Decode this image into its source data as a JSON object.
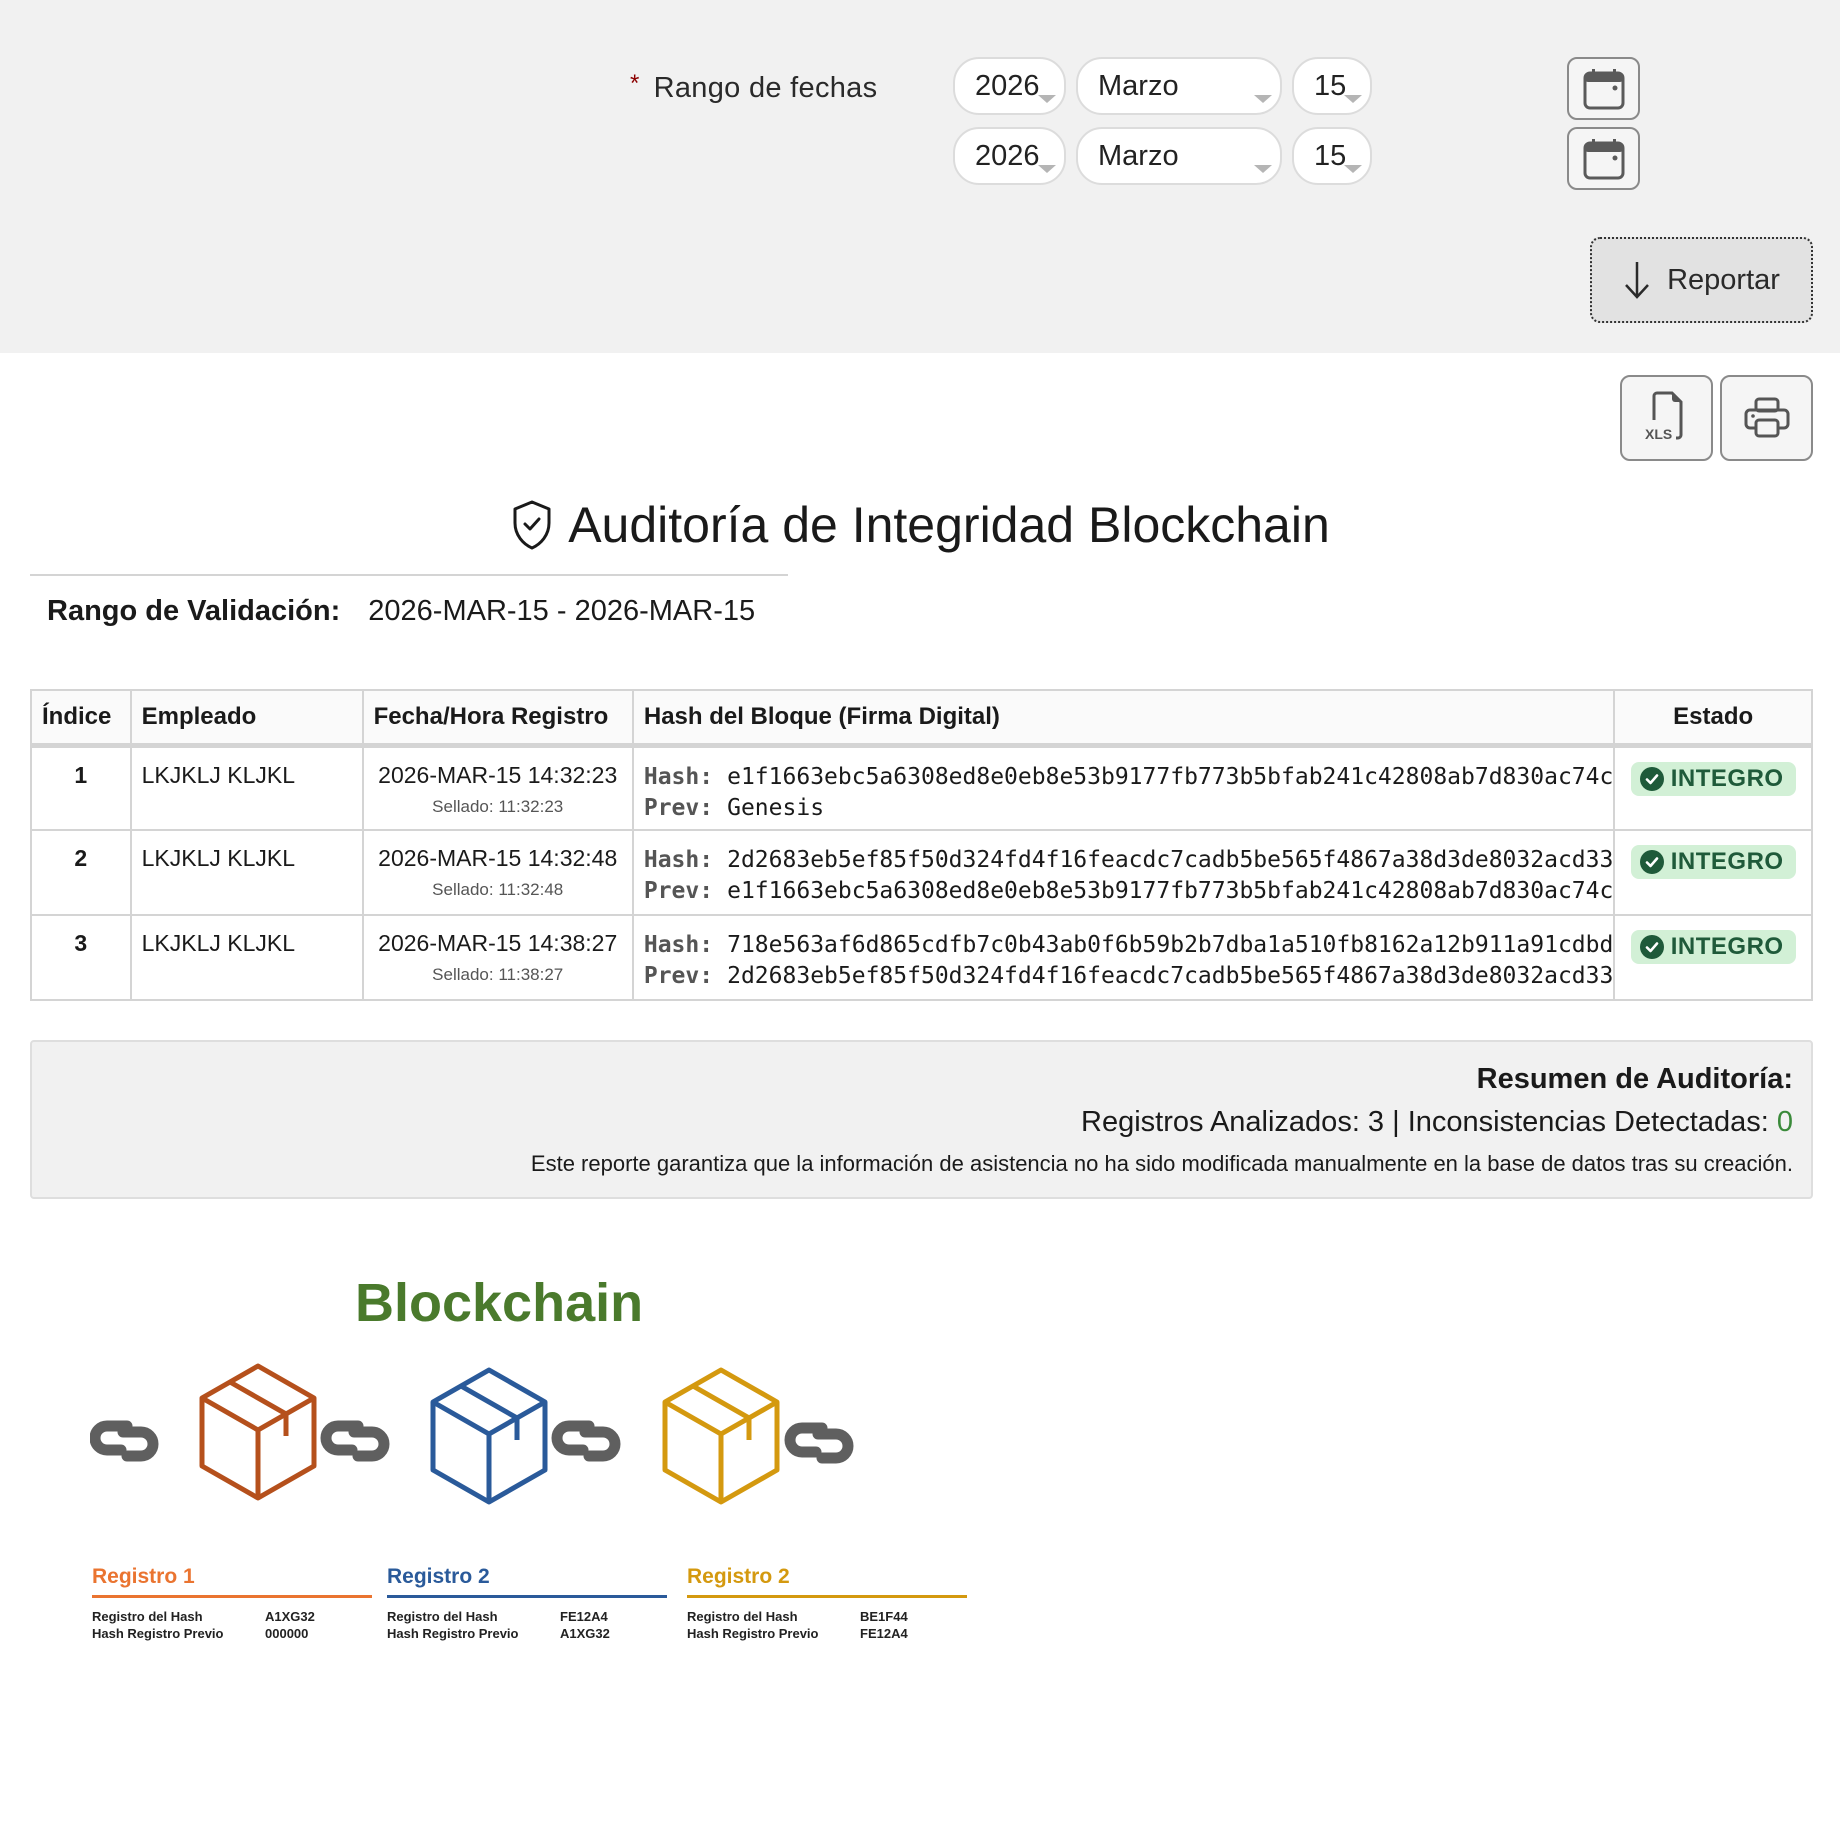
{
  "filters": {
    "required_marker": "*",
    "date_range_label": "Rango de fechas",
    "start": {
      "year": "2026",
      "month": "Marzo",
      "day": "15"
    },
    "end": {
      "year": "2026",
      "month": "Marzo",
      "day": "15"
    },
    "calendar_icon": "calendar-icon",
    "report_button": {
      "icon": "arrow-down-icon",
      "label": "Reportar"
    }
  },
  "toolbar": {
    "export_xls": {
      "icon": "xls-file-icon",
      "label": "XLS"
    },
    "print": {
      "icon": "printer-icon"
    }
  },
  "report": {
    "title_icon": "shield-check-icon",
    "title": "Auditoría de Integridad Blockchain",
    "range_label": "Rango de Validación:",
    "range_value": "2026-MAR-15 - 2026-MAR-15"
  },
  "table": {
    "headers": [
      "Índice",
      "Empleado",
      "Fecha/Hora Registro",
      "Hash del Bloque (Firma Digital)",
      "Estado"
    ],
    "hash_key": "Hash:",
    "prev_key": "Prev:",
    "rows": [
      {
        "index": "1",
        "employee": "LKJKLJ KLJKL",
        "datetime": "2026-MAR-15 14:32:23",
        "sealed": "Sellado: 11:32:23",
        "hash": "e1f1663ebc5a6308ed8e0eb8e53b9177fb773b5bfab241c42808ab7d830ac74c",
        "prev": "Genesis",
        "status": "INTEGRO"
      },
      {
        "index": "2",
        "employee": "LKJKLJ KLJKL",
        "datetime": "2026-MAR-15 14:32:48",
        "sealed": "Sellado: 11:32:48",
        "hash": "2d2683eb5ef85f50d324fd4f16feacdc7cadb5be565f4867a38d3de8032acd33",
        "prev": "e1f1663ebc5a6308ed8e0eb8e53b9177fb773b5bfab241c42808ab7d830ac74c",
        "status": "INTEGRO"
      },
      {
        "index": "3",
        "employee": "LKJKLJ KLJKL",
        "datetime": "2026-MAR-15 14:38:27",
        "sealed": "Sellado: 11:38:27",
        "hash": "718e563af6d865cdfb7c0b43ab0f6b59b2b7dba1a510fb8162a12b911a91cdbd",
        "prev": "2d2683eb5ef85f50d324fd4f16feacdc7cadb5be565f4867a38d3de8032acd33",
        "status": "INTEGRO"
      }
    ],
    "status_color": "#1f5a3a",
    "status_bg": "#d2f0d6"
  },
  "summary": {
    "title": "Resumen de Auditoría:",
    "analyzed_label": "Registros Analizados: 3 | Inconsistencias Detectadas: ",
    "inconsistencies": "0",
    "note": "Este reporte garantiza que la información de asistencia no ha sido modificada manualmente en la base de datos tras su creación."
  },
  "illustration": {
    "title": "Blockchain",
    "colors": {
      "title": "#4a7a2c",
      "block1": "#b5501c",
      "block2": "#2a5a9a",
      "block3": "#d4990f",
      "chain": "#5f5f5f"
    },
    "legend": [
      {
        "title": "Registro 1",
        "color": "#ea7430",
        "hash_label": "Registro del Hash",
        "hash": "A1XG32",
        "prev_label": "Hash Registro Previo",
        "prev": "000000"
      },
      {
        "title": "Registro 2",
        "color": "#2a5a9a",
        "hash_label": "Registro del Hash",
        "hash": "FE12A4",
        "prev_label": "Hash Registro Previo",
        "prev": "A1XG32"
      },
      {
        "title": "Registro 2",
        "color": "#d4990f",
        "hash_label": "Registro del Hash",
        "hash": "BE1F44",
        "prev_label": "Hash Registro Previo",
        "prev": "FE12A4"
      }
    ]
  }
}
